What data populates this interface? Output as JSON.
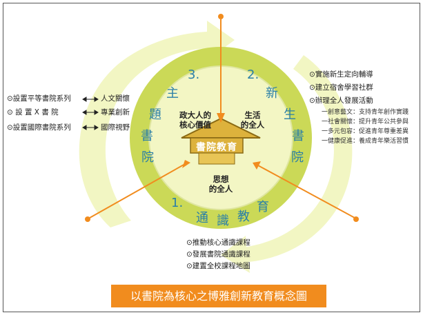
{
  "diagram": {
    "core": "書院教育",
    "quadrants": {
      "top_left": [
        "政大人的",
        "核心價值"
      ],
      "top_right": [
        "生活",
        "的全人"
      ],
      "bottom": [
        "思想",
        "的全人"
      ]
    },
    "ring": {
      "num_3": "3.",
      "num_2": "2.",
      "num_1": "1.",
      "theme_chars": [
        "主",
        "題",
        "書",
        "院"
      ],
      "new_chars": [
        "新",
        "生",
        "書",
        "院"
      ],
      "general_chars": [
        "通",
        "識",
        "教",
        "育"
      ]
    },
    "left_list": [
      {
        "left": "⊙設置平等書院系列",
        "right": "人文關懷"
      },
      {
        "left": "⊙ 設 置  X  書 院",
        "right": "專業創新"
      },
      {
        "left": "⊙設置國際書院系列",
        "right": "國際視野"
      }
    ],
    "right_list": [
      "⊙實施新生定向輔導",
      "⊙建立宿舍學習社群",
      "⊙辦理全人發展活動"
    ],
    "right_sub_list": [
      "一創意藝文：支持青年創作實踐",
      "一社會關懷：提升青年公共參與",
      "一多元包容：促進青年尊重差異",
      "一健康促進：養成青年樂活習慣"
    ],
    "bottom_list": [
      "⊙推動核心通識課程",
      "⊙發展書院通識課程",
      "⊙建置全校課程地圖"
    ],
    "caption": "以書院為核心之博雅創新教育概念圖"
  },
  "colors": {
    "ring_light": "#f0f4b8",
    "ring_green": "#cbd957",
    "inner_disc": "#f3f6c4",
    "arrow_orange": "#f18c1e",
    "text_blue": "#2a7fa8",
    "roof": "#ddb23c",
    "roof_dark": "#8a6a14"
  }
}
